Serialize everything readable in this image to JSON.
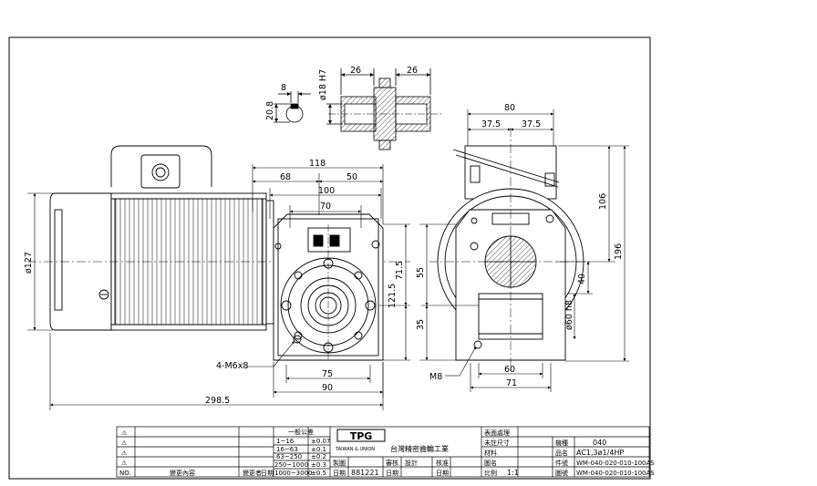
{
  "dimensions": {
    "key_width": "8",
    "key_height": "20.8",
    "shaft_dia": "ø18 H7",
    "coupling_left": "26",
    "coupling_right": "26",
    "overall_width": "80",
    "half_left": "37.5",
    "half_right": "37.5",
    "height_upper": "106",
    "height_total": "196",
    "flange_to_axis": "40",
    "flange_dia": "ø60 h8",
    "bottom_inner": "60",
    "bottom_outer": "71",
    "motor_dia": "ø127",
    "total_length": "298.5",
    "width_118": "118",
    "width_68": "68",
    "width_50": "50",
    "width_100": "100",
    "width_70": "70",
    "height_71_5": "71.5",
    "height_121_5": "121.5",
    "height_55": "55",
    "height_35": "35",
    "base_75": "75",
    "base_90": "90",
    "bolt_label": "4-M6x8",
    "tap_label": "M8"
  },
  "title_block": {
    "change_mark": "⚠",
    "col_no": "NO.",
    "col_change_content": "變更內容",
    "col_changer": "變更者",
    "col_date": "日期",
    "tol_title": "一般公差",
    "tol_rows": [
      [
        "1~16",
        "±0.07"
      ],
      [
        "16~63",
        "±0.1"
      ],
      [
        "63~250",
        "±0.2"
      ],
      [
        "250~1000",
        "±0.3"
      ],
      [
        "1000~3000",
        "±0.5"
      ]
    ],
    "logo_text": "TPG",
    "logo_sub": "TAIWAN & UNION",
    "company": "台灣精密齒輪工業",
    "label_drawer": "製圖",
    "label_checker": "審核",
    "label_designer": "設計",
    "label_approver": "核准",
    "label_date": "日期",
    "date_value": "881221",
    "label_surface": "表面處理",
    "label_untol": "未註尺寸",
    "label_material": "材料",
    "label_name": "品名",
    "label_drawing_name": "圖名",
    "label_scale": "比例",
    "scale_value": "1:1",
    "model_label": "機種",
    "model_value": "040",
    "product_label": "品名",
    "product_value": "AC1,3ø1/4HP",
    "part_label": "件號",
    "part_value": "WM-040-020-010-100AS",
    "drawing_no_label": "圖號",
    "drawing_no_value": "WM-040-020-010-100AS"
  }
}
